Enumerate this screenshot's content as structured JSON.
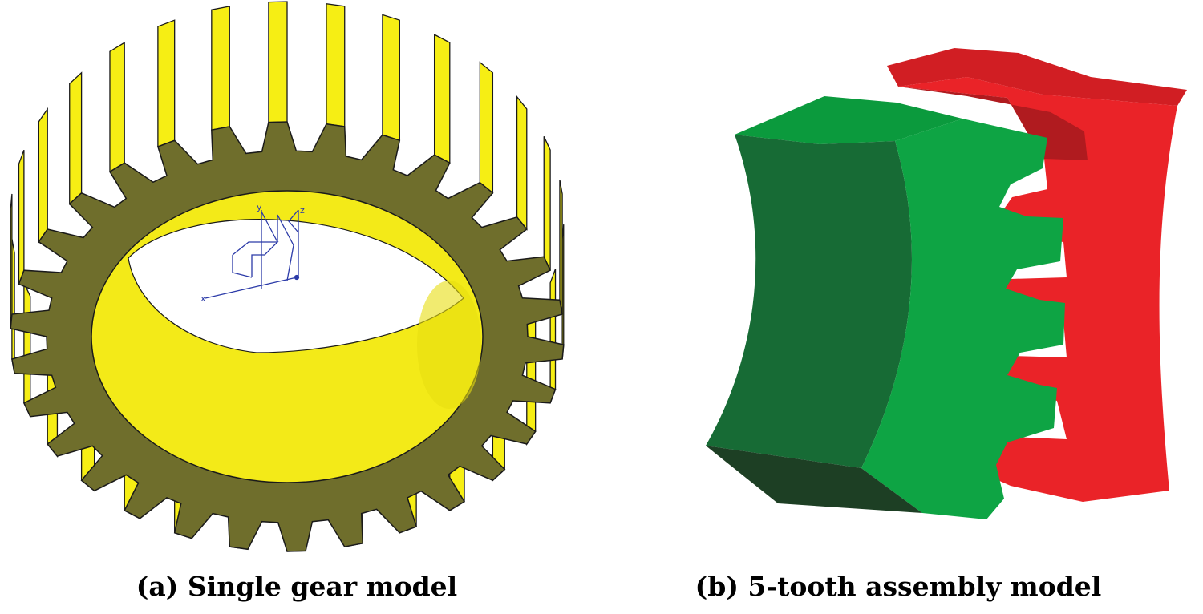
{
  "figure": {
    "panels": [
      {
        "id": "a",
        "caption": "(a) Single gear model",
        "object": "single-gear",
        "colors": {
          "tooth_face": "#f6ee14",
          "flank": "#6f6e2c",
          "bore": "#f3ea18",
          "edge": "#1a1a1a"
        },
        "teeth_count": 30,
        "triad": {
          "x_label": "x",
          "y_label": "y",
          "z_label": "z",
          "color": "#2b3aa8"
        }
      },
      {
        "id": "b",
        "caption": "(b) 5-tooth assembly model",
        "object": "five-tooth-assembly",
        "colors": {
          "green_dark": "#176b35",
          "green_light": "#0ea444",
          "green_bottom": "#1d3f24",
          "red": "#ea2328",
          "red_dark": "#b01b1f"
        },
        "teeth_count": 5
      }
    ]
  }
}
